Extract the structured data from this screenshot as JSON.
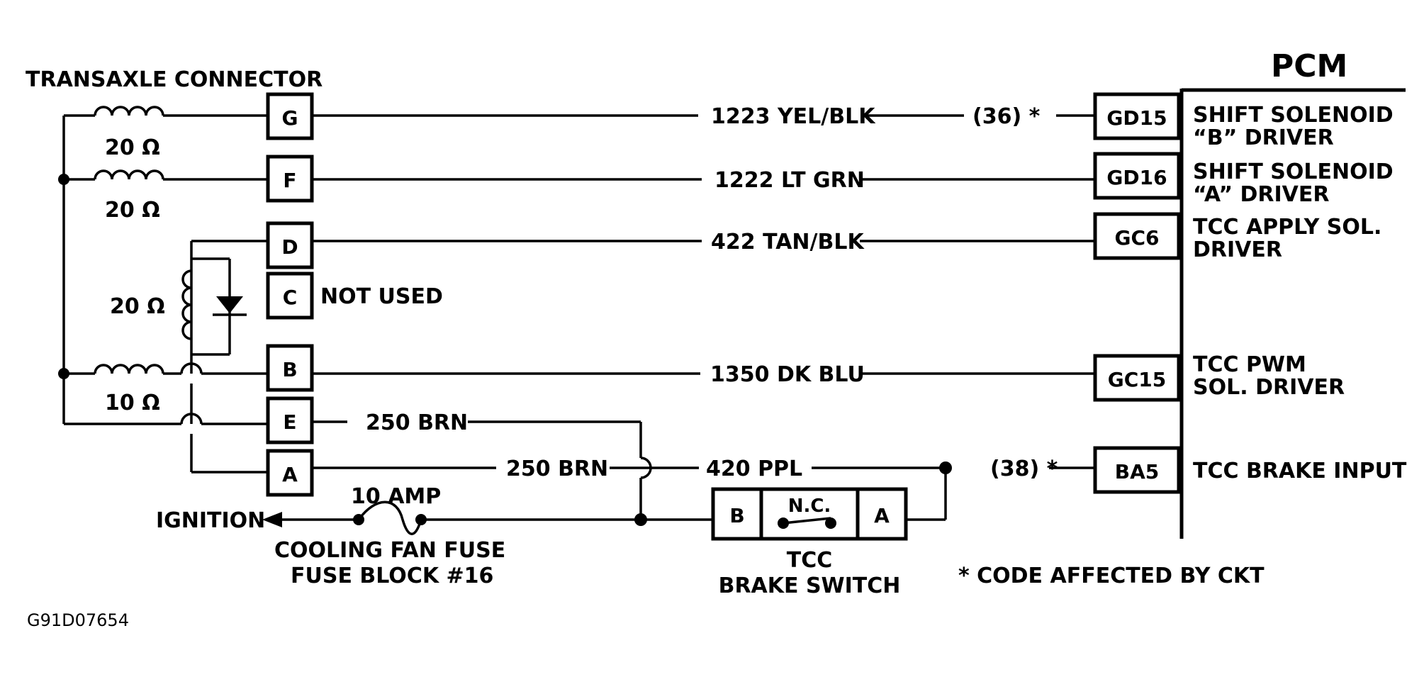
{
  "title": "TRANSAXLE CONNECTOR",
  "pcm": "PCM",
  "resistances": {
    "g": "20 Ω",
    "f": "20 Ω",
    "dc": "20 Ω",
    "b": "10 Ω"
  },
  "pins": [
    {
      "pin": "G",
      "wire": "1223 YEL/BLK",
      "code": "(36) *",
      "terminal": "GD15",
      "fn1": "SHIFT SOLENOID",
      "fn2": "“B” DRIVER"
    },
    {
      "pin": "F",
      "wire": "1222 LT GRN",
      "code": "",
      "terminal": "GD16",
      "fn1": "SHIFT SOLENOID",
      "fn2": "“A” DRIVER"
    },
    {
      "pin": "D",
      "wire": "422 TAN/BLK",
      "code": "",
      "terminal": "GC6",
      "fn1": "TCC APPLY SOL.",
      "fn2": "DRIVER"
    },
    {
      "pin": "C",
      "wire": "NOT USED",
      "code": "",
      "terminal": "",
      "fn1": "",
      "fn2": ""
    },
    {
      "pin": "B",
      "wire": "1350  DK BLU",
      "code": "",
      "terminal": "GC15",
      "fn1": "TCC PWM",
      "fn2": "SOL. DRIVER"
    },
    {
      "pin": "E",
      "wire": "250 BRN",
      "code": "",
      "terminal": "",
      "fn1": "",
      "fn2": ""
    },
    {
      "pin": "A",
      "wire": "250 BRN",
      "code": "",
      "terminal": "",
      "fn1": "",
      "fn2": ""
    }
  ],
  "brake_circuit": {
    "wire": "420 PPL",
    "code": "(38) *",
    "terminal": "BA5",
    "function": "TCC BRAKE INPUT"
  },
  "switch": {
    "b": "B",
    "nc": "N.C.",
    "a": "A",
    "label1": "TCC",
    "label2": "BRAKE SWITCH"
  },
  "fuse": {
    "rating": "10 AMP",
    "name": "COOLING FAN FUSE",
    "location": "FUSE BLOCK #16"
  },
  "ignition": "IGNITION",
  "footnote": "*  CODE AFFECTED BY CKT",
  "figure_id": "G91D07654"
}
